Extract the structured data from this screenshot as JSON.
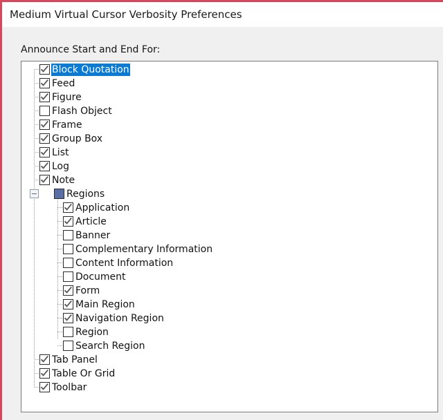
{
  "window": {
    "title": "Medium Virtual Cursor Verbosity Preferences",
    "accent_color": "#d9455a",
    "selection_color": "#0a7bd4",
    "partial_check_color": "#5a6fa5",
    "body_color": "#f0f0f0"
  },
  "group": {
    "label": "Announce Start and End For:"
  },
  "tree": {
    "name": "announce-start-end-tree",
    "items": [
      {
        "label": "Block Quotation",
        "level": 0,
        "state": "checked",
        "selected": true,
        "expander": "none"
      },
      {
        "label": "Feed",
        "level": 0,
        "state": "checked",
        "selected": false,
        "expander": "none"
      },
      {
        "label": "Figure",
        "level": 0,
        "state": "checked",
        "selected": false,
        "expander": "none"
      },
      {
        "label": "Flash Object",
        "level": 0,
        "state": "unchecked",
        "selected": false,
        "expander": "none"
      },
      {
        "label": "Frame",
        "level": 0,
        "state": "checked",
        "selected": false,
        "expander": "none"
      },
      {
        "label": "Group Box",
        "level": 0,
        "state": "checked",
        "selected": false,
        "expander": "none"
      },
      {
        "label": "List",
        "level": 0,
        "state": "checked",
        "selected": false,
        "expander": "none"
      },
      {
        "label": "Log",
        "level": 0,
        "state": "checked",
        "selected": false,
        "expander": "none"
      },
      {
        "label": "Note",
        "level": 0,
        "state": "checked",
        "selected": false,
        "expander": "none"
      },
      {
        "label": "Regions",
        "level": 1,
        "state": "partial",
        "selected": false,
        "expander": "expanded"
      },
      {
        "label": "Application",
        "level": 2,
        "state": "checked",
        "selected": false,
        "expander": "none"
      },
      {
        "label": "Article",
        "level": 2,
        "state": "checked",
        "selected": false,
        "expander": "none"
      },
      {
        "label": "Banner",
        "level": 2,
        "state": "unchecked",
        "selected": false,
        "expander": "none"
      },
      {
        "label": "Complementary Information",
        "level": 2,
        "state": "unchecked",
        "selected": false,
        "expander": "none"
      },
      {
        "label": "Content Information",
        "level": 2,
        "state": "unchecked",
        "selected": false,
        "expander": "none"
      },
      {
        "label": "Document",
        "level": 2,
        "state": "unchecked",
        "selected": false,
        "expander": "none"
      },
      {
        "label": "Form",
        "level": 2,
        "state": "checked",
        "selected": false,
        "expander": "none"
      },
      {
        "label": "Main Region",
        "level": 2,
        "state": "checked",
        "selected": false,
        "expander": "none"
      },
      {
        "label": "Navigation Region",
        "level": 2,
        "state": "checked",
        "selected": false,
        "expander": "none"
      },
      {
        "label": "Region",
        "level": 2,
        "state": "unchecked",
        "selected": false,
        "expander": "none"
      },
      {
        "label": "Search Region",
        "level": 2,
        "state": "unchecked",
        "selected": false,
        "expander": "none"
      },
      {
        "label": "Tab Panel",
        "level": 0,
        "state": "checked",
        "selected": false,
        "expander": "none"
      },
      {
        "label": "Table Or Grid",
        "level": 0,
        "state": "checked",
        "selected": false,
        "expander": "none"
      },
      {
        "label": "Toolbar",
        "level": 0,
        "state": "checked",
        "selected": false,
        "expander": "none"
      }
    ]
  }
}
